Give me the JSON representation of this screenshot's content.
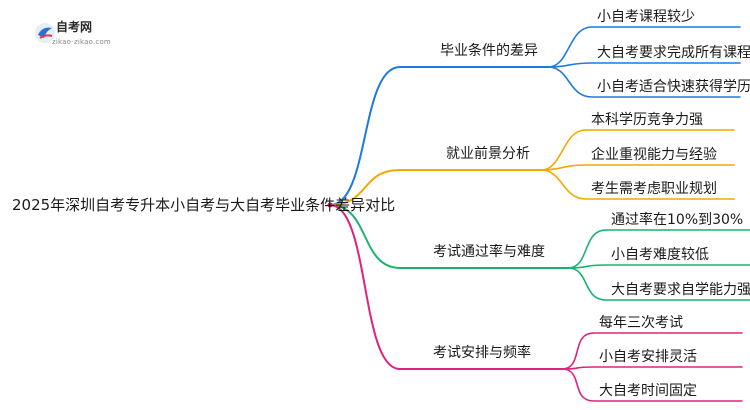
{
  "logo": {
    "name": "自考网",
    "url": "zikao-zikao.com"
  },
  "root": {
    "label": "2025年深圳自考专升本小自考与大自考毕业条件差异对比"
  },
  "branches": [
    {
      "label": "毕业条件的差异",
      "color": "#1f7ae0",
      "leaves": [
        "小自考课程较少",
        "大自考要求完成所有课程",
        "小自考适合快速获得学历"
      ]
    },
    {
      "label": "就业前景分析",
      "color": "#f2a900",
      "leaves": [
        "本科学历竞争力强",
        "企业重视能力与经验",
        "考生需考虑职业规划"
      ]
    },
    {
      "label": "考试通过率与难度",
      "color": "#1ab36b",
      "leaves": [
        "通过率在10%到30%",
        "小自考难度较低",
        "大自考要求自学能力强"
      ]
    },
    {
      "label": "考试安排与频率",
      "color": "#e0237a",
      "leaves": [
        "每年三次考试",
        "小自考安排灵活",
        "大自考时间固定"
      ]
    }
  ]
}
